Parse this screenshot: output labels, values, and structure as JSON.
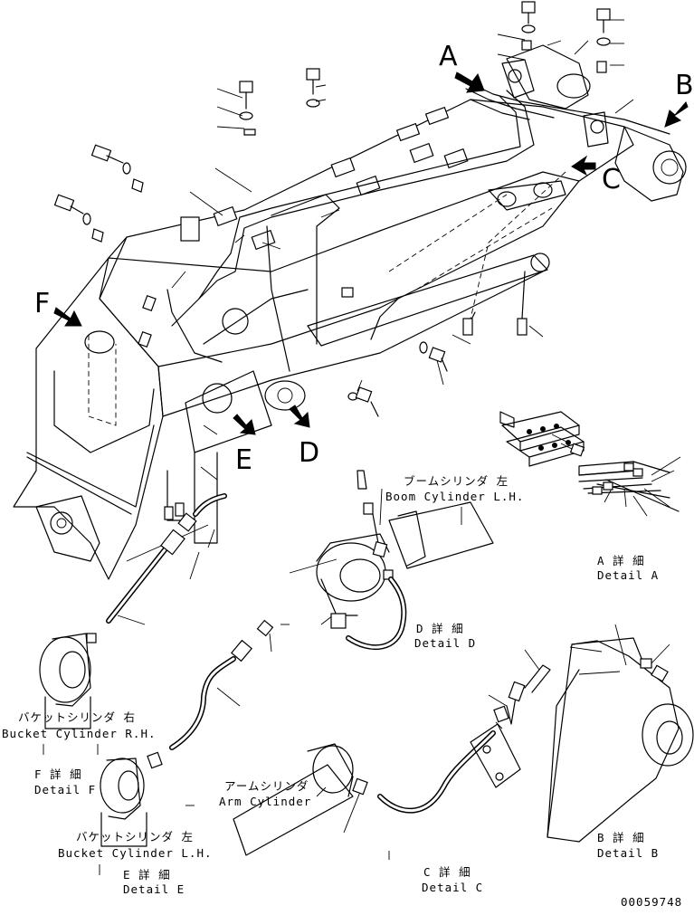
{
  "callouts": {
    "a": "A",
    "b": "B",
    "c": "C",
    "d": "D",
    "e": "E",
    "f": "F"
  },
  "labels": {
    "boom_cyl_jp": "ブームシリンダ 左",
    "boom_cyl_en": "Boom Cylinder L.H.",
    "detail_a_jp": "A 詳 細",
    "detail_a_en": "Detail A",
    "detail_d_jp": "D 詳 細",
    "detail_d_en": "Detail D",
    "bucket_r_jp": "バケットシリンダ 右",
    "bucket_r_en": "Bucket Cylinder R.H.",
    "detail_f_jp": "F 詳 細",
    "detail_f_en": "Detail F",
    "arm_cyl_jp": "アームシリンダ",
    "arm_cyl_en": "Arm Cylinder",
    "bucket_l_jp": "バケットシリンダ 左",
    "bucket_l_en": "Bucket Cylinder L.H.",
    "detail_e_jp": "E 詳 細",
    "detail_e_en": "Detail E",
    "detail_c_jp": "C 詳 細",
    "detail_c_en": "Detail C",
    "detail_b_jp": "B 詳 細",
    "detail_b_en": "Detail B",
    "drawing_no": "00059748"
  }
}
